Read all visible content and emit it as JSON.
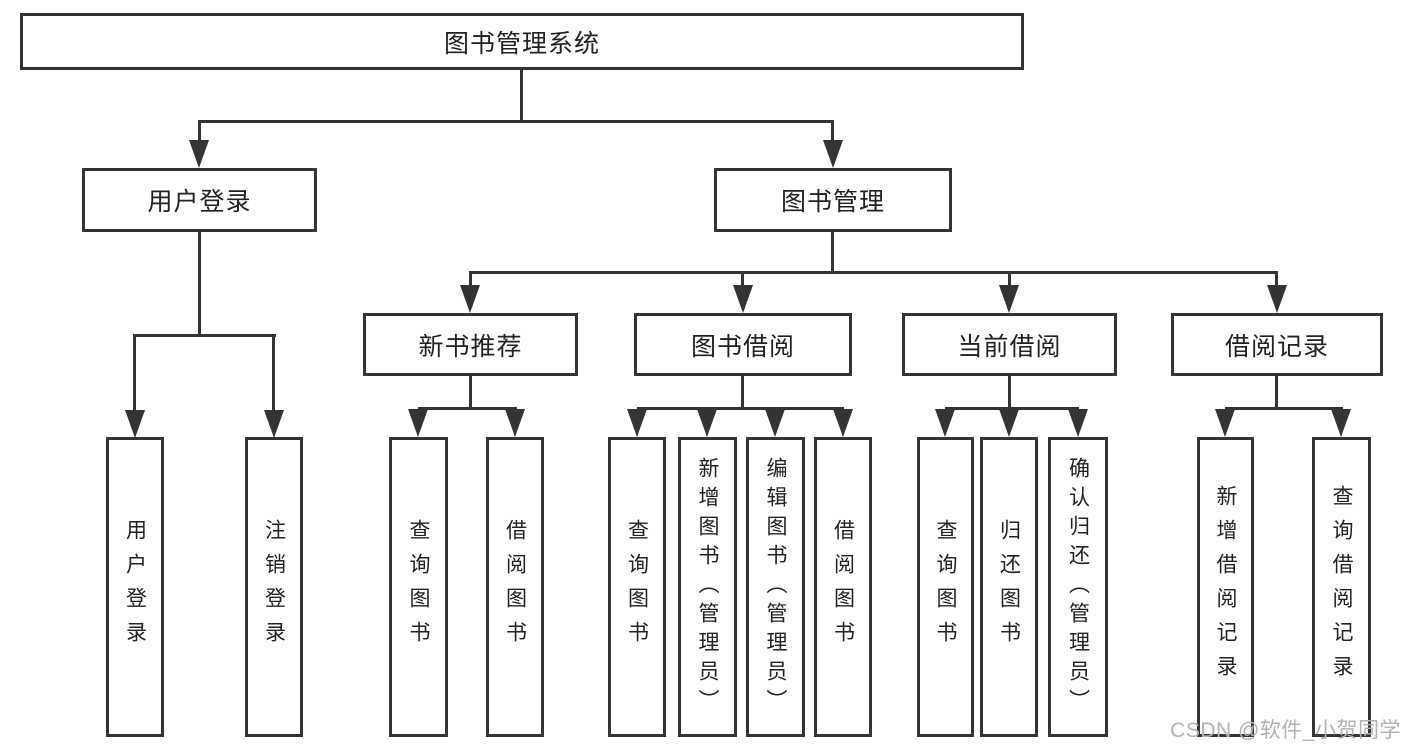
{
  "root_label": "图书管理系统",
  "level2": [
    "用户登录",
    "图书管理"
  ],
  "level3": [
    "新书推荐",
    "图书借阅",
    "当前借阅",
    "借阅记录"
  ],
  "leaves": {
    "user_login": [
      "用户登录",
      "注销登录"
    ],
    "new_books": [
      "查询图书",
      "借阅图书"
    ],
    "book_borrowing": [
      "查询图书",
      "新增图书（管理员）",
      "编辑图书（管理员）",
      "借阅图书"
    ],
    "current_borrowing": [
      "查询图书",
      "归还图书",
      "确认归还（管理员）"
    ],
    "borrowing_records": [
      "新增借阅记录",
      "查询借阅记录"
    ]
  },
  "watermark": "CSDN @软件_小贺同学",
  "colors": {
    "line": "#343434",
    "text": "#222222",
    "box_background": "#ffffff",
    "page_background": "#ffffff",
    "watermark": "#b2b2b2"
  }
}
